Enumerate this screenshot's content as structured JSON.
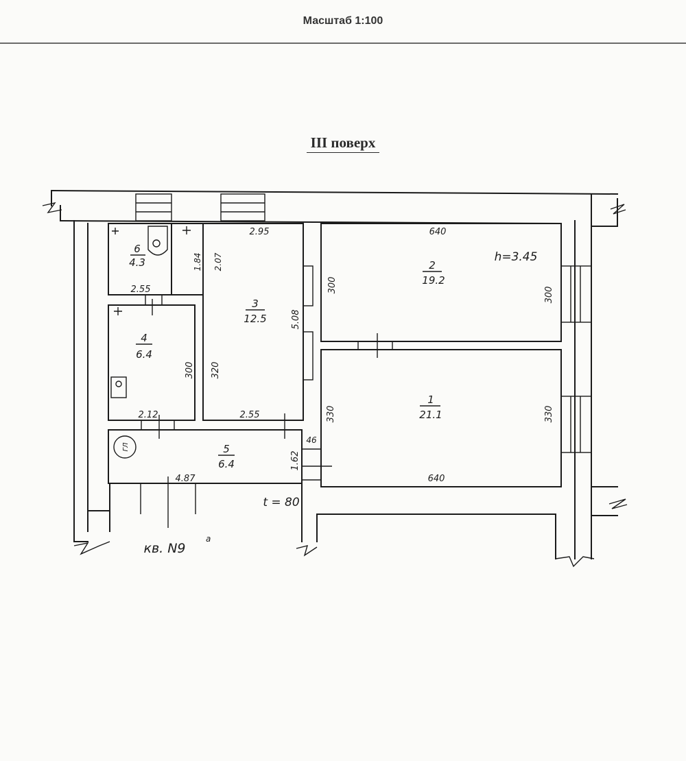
{
  "header": {
    "scale": "Масштаб 1:100"
  },
  "plan": {
    "floor_title": "III поверх",
    "ceiling_height": "h=3.45",
    "wall_thickness": "t = 80",
    "apartment": "кв. N9",
    "apartment_sup": "а",
    "gas_meter": "ГЛ",
    "rooms": [
      {
        "number": "1",
        "area": "21.1"
      },
      {
        "number": "2",
        "area": "19.2"
      },
      {
        "number": "3",
        "area": "12.5"
      },
      {
        "number": "4",
        "area": "6.4"
      },
      {
        "number": "5",
        "area": "6.4"
      },
      {
        "number": "6",
        "area": "4.3"
      }
    ],
    "dims": {
      "r2_top": "640",
      "r2_left": "300",
      "r2_right": "300",
      "r1_left": "330",
      "r1_right": "330",
      "r1_bottom": "640",
      "r3_top": "2.95",
      "r3_left_upper": "2.07",
      "r3_right": "5.08",
      "r3_left_lower": "320",
      "r3_bottom": "2.55",
      "r6_width": "2.55",
      "r6_side": "1.84",
      "r4_right": "300",
      "r4_bottom": "2.12",
      "r5_bottom": "4.87",
      "r5_right": "1.62",
      "r5_small": "46"
    }
  }
}
